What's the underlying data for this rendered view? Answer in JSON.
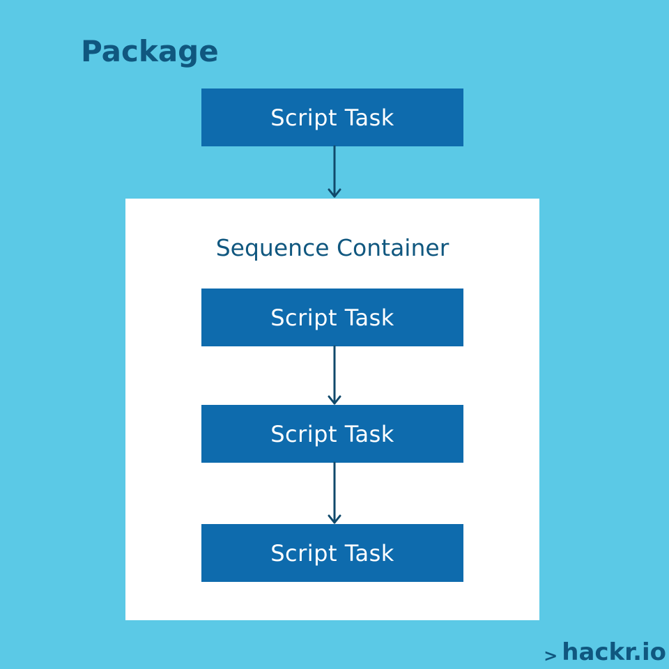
{
  "package": {
    "title": "Package",
    "top_task": {
      "label": "Script Task"
    }
  },
  "sequence_container": {
    "title": "Sequence Container",
    "tasks": [
      {
        "label": "Script Task"
      },
      {
        "label": "Script Task"
      },
      {
        "label": "Script Task"
      }
    ]
  },
  "brand": {
    "mark": ">",
    "name": "hackr.io"
  },
  "colors": {
    "background": "#5bc9e6",
    "task_fill": "#0e6bad",
    "title_text": "#10577f",
    "container_fill": "#ffffff"
  }
}
